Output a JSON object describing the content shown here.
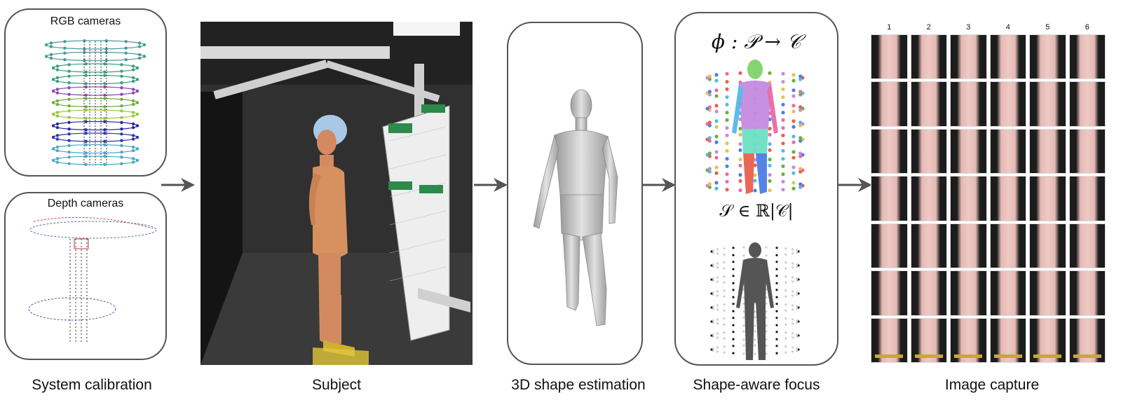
{
  "stages": {
    "calibration": {
      "label": "System calibration",
      "rgb_title": "RGB cameras",
      "depth_title": "Depth cameras"
    },
    "subject": {
      "label": "Subject"
    },
    "shape": {
      "label": "3D shape estimation"
    },
    "focus": {
      "label": "Shape-aware focus",
      "formula_map": "ϕ : 𝒫 → 𝒞",
      "formula_set": "𝒮 ∈ ℝ|𝒞|"
    },
    "capture": {
      "label": "Image capture",
      "columns": [
        "1",
        "2",
        "3",
        "4",
        "5",
        "6"
      ],
      "rows": 7
    }
  },
  "icons": [
    "arrow-right-icon"
  ],
  "colors": {
    "panel_border": "#555555",
    "arrow": "#555555",
    "skin": "#e3b9b5",
    "backdrop": "#1c1c1c"
  }
}
